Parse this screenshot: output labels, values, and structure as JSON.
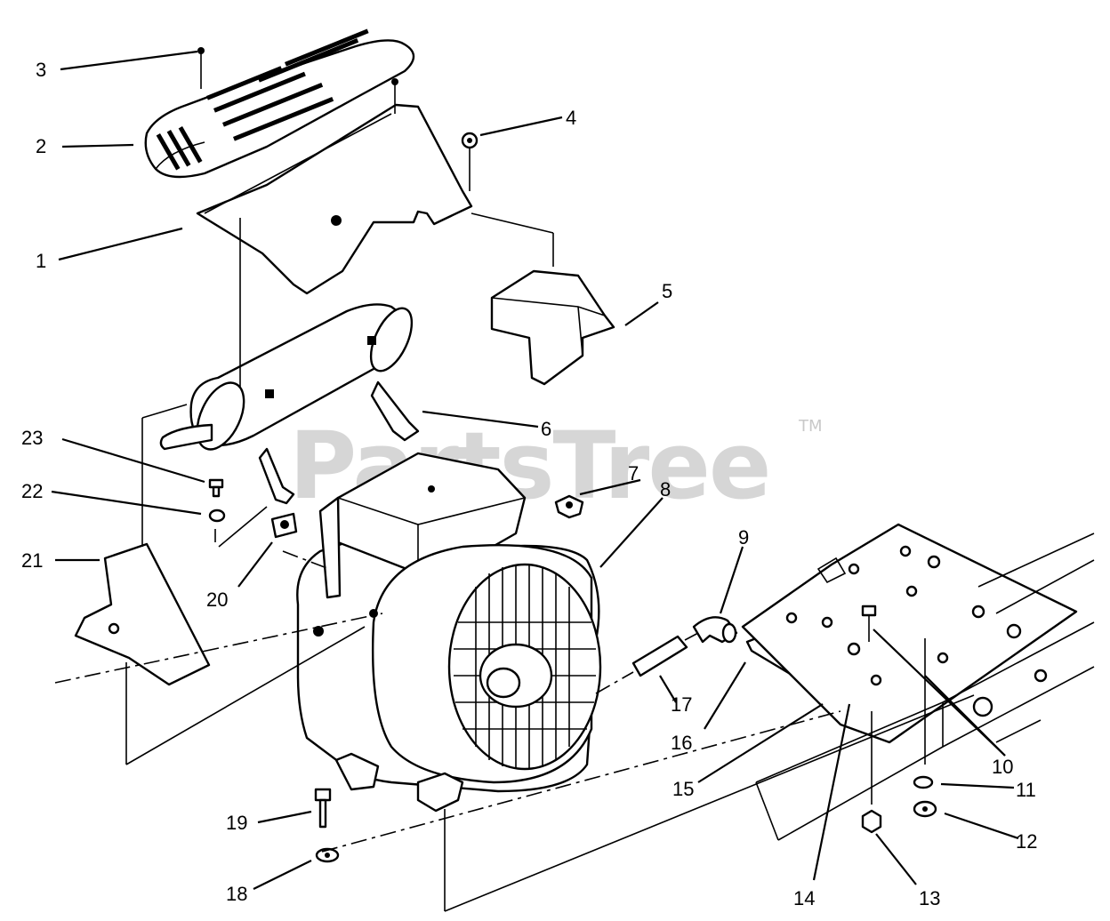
{
  "watermark": {
    "brand": "PartsTree",
    "trademark": "TM"
  },
  "callouts": [
    {
      "id": "c1",
      "text": "1"
    },
    {
      "id": "c2",
      "text": "2"
    },
    {
      "id": "c3",
      "text": "3"
    },
    {
      "id": "c4",
      "text": "4"
    },
    {
      "id": "c5",
      "text": "5"
    },
    {
      "id": "c6",
      "text": "6"
    },
    {
      "id": "c7",
      "text": "7"
    },
    {
      "id": "c8",
      "text": "8"
    },
    {
      "id": "c9",
      "text": "9"
    },
    {
      "id": "c10",
      "text": "10"
    },
    {
      "id": "c11",
      "text": "11"
    },
    {
      "id": "c12",
      "text": "12"
    },
    {
      "id": "c13",
      "text": "13"
    },
    {
      "id": "c14",
      "text": "14"
    },
    {
      "id": "c15",
      "text": "15"
    },
    {
      "id": "c16",
      "text": "16"
    },
    {
      "id": "c17",
      "text": "17"
    },
    {
      "id": "c18",
      "text": "18"
    },
    {
      "id": "c19",
      "text": "19"
    },
    {
      "id": "c20",
      "text": "20"
    },
    {
      "id": "c21",
      "text": "21"
    },
    {
      "id": "c22",
      "text": "22"
    },
    {
      "id": "c23",
      "text": "23"
    }
  ]
}
